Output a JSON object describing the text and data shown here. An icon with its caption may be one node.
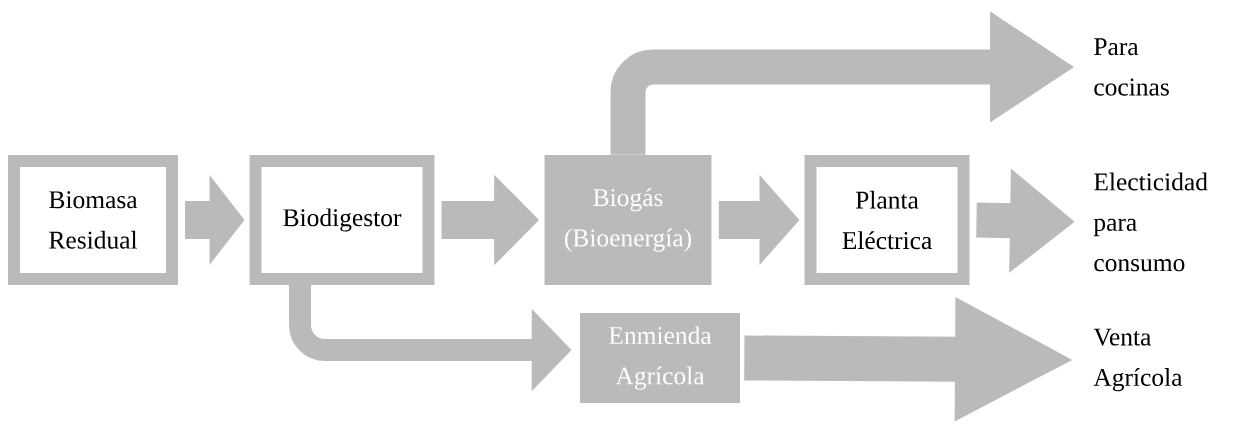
{
  "diagram": {
    "nodes": [
      {
        "text": [
          "Biomasa Residual"
        ]
      },
      {
        "text": [
          "Biodigestor"
        ]
      },
      {
        "text": [
          "Biogás (Bioenergía)"
        ]
      },
      {
        "text": [
          "Planta Eléctrica"
        ]
      },
      {
        "text": [
          "Electicidad para consumo"
        ]
      },
      {
        "text": [
          "Para cocinas"
        ]
      },
      {
        "text": [
          "Enmienda Agrícola"
        ]
      },
      {
        "text": [
          "Venta Agrícola"
        ]
      }
    ],
    "edges": [
      {
        "from": 0,
        "to": 1,
        "arrow": "to"
      },
      {
        "from": 1,
        "to": 2,
        "arrow": "to"
      },
      {
        "from": 2,
        "to": 3,
        "arrow": "to"
      },
      {
        "from": 3,
        "to": 4,
        "arrow": "to"
      },
      {
        "from": 2,
        "to": 5,
        "arrow": "to"
      },
      {
        "from": 1,
        "to": 6,
        "arrow": "to"
      },
      {
        "from": 6,
        "to": 7,
        "arrow": "to"
      }
    ]
  }
}
